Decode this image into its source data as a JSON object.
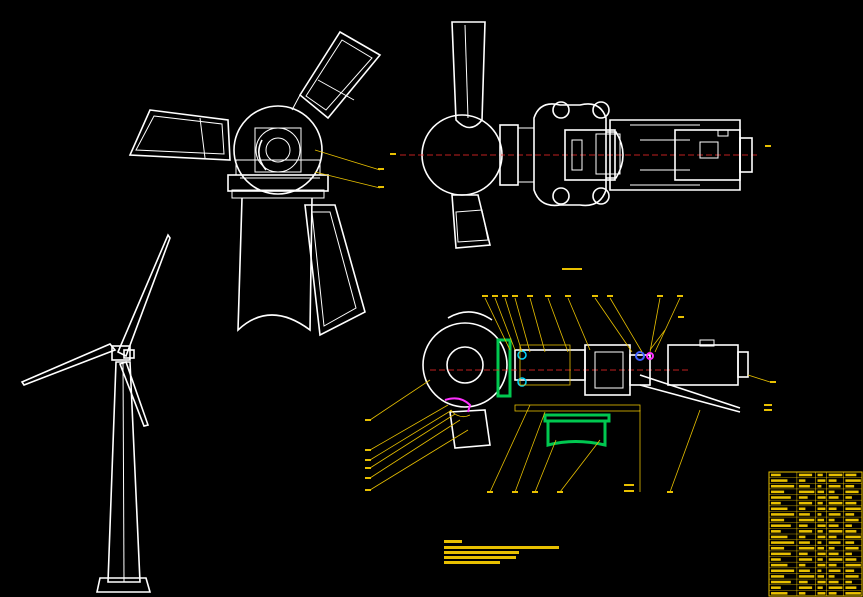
{
  "drawing": {
    "background": "#000000",
    "line_color": "#ffffff",
    "leader_color": "#e8c000",
    "centerline_color": "#ff2a2a",
    "highlight_colors": [
      "#00c850",
      "#ff30ff",
      "#00d8ff",
      "#4060ff"
    ],
    "views": [
      "front-view-rotor",
      "top-view-nacelle",
      "side-section-view",
      "turbine-sketch"
    ],
    "title_block": {
      "rows": 22,
      "columns": 5
    }
  }
}
